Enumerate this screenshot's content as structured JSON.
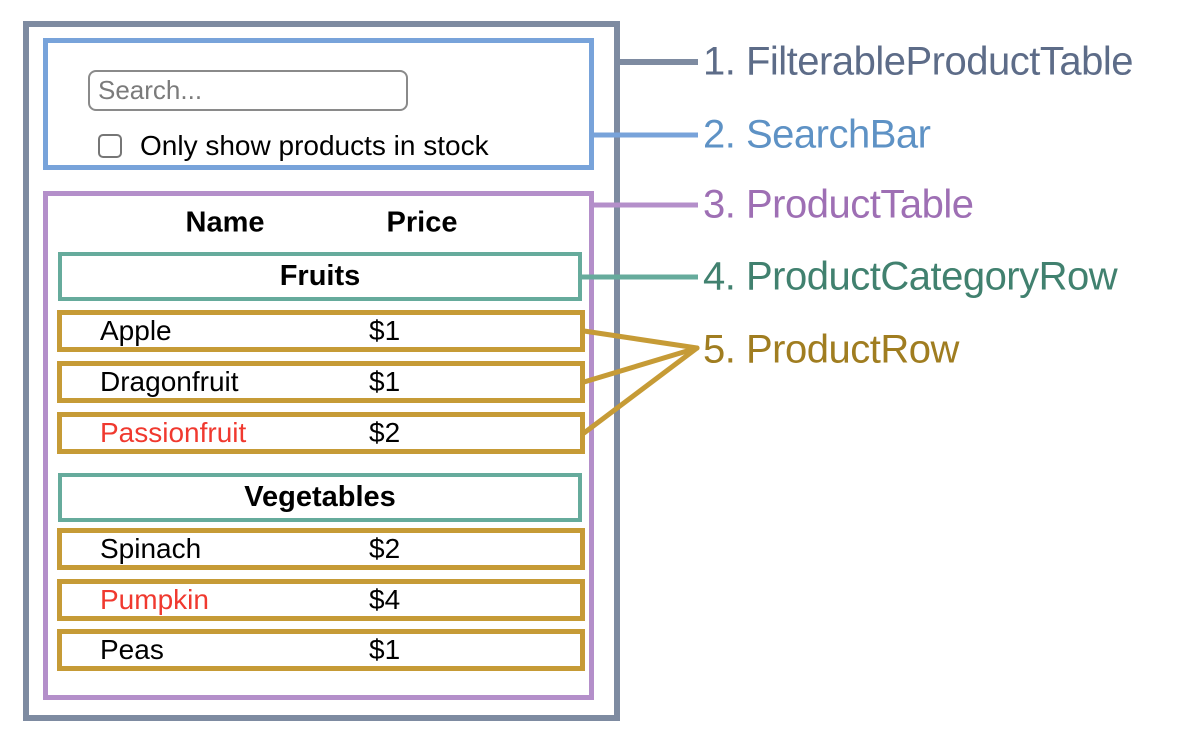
{
  "search_bar": {
    "input_placeholder": "Search...",
    "checkbox_label": "Only show products in stock",
    "checkbox_checked": false
  },
  "table": {
    "columns": [
      "Name",
      "Price"
    ],
    "sections": [
      {
        "category": "Fruits",
        "rows": [
          {
            "name": "Apple",
            "price": "$1",
            "name_color": "#000000"
          },
          {
            "name": "Dragonfruit",
            "price": "$1",
            "name_color": "#000000"
          },
          {
            "name": "Passionfruit",
            "price": "$2",
            "name_color": "#f0392f"
          }
        ]
      },
      {
        "category": "Vegetables",
        "rows": [
          {
            "name": "Spinach",
            "price": "$2",
            "name_color": "#000000"
          },
          {
            "name": "Pumpkin",
            "price": "$4",
            "name_color": "#f0392f"
          },
          {
            "name": "Peas",
            "price": "$1",
            "name_color": "#000000"
          }
        ]
      }
    ]
  },
  "legend": [
    {
      "text": "1. FilterableProductTable",
      "color": "#5d6c88"
    },
    {
      "text": "2. SearchBar",
      "color": "#5e92c5"
    },
    {
      "text": "3. ProductTable",
      "color": "#9e6fb4"
    },
    {
      "text": "4. ProductCategoryRow",
      "color": "#41816f"
    },
    {
      "text": "5. ProductRow",
      "color": "#a07d20"
    }
  ],
  "palette": {
    "outer_border": "#7e8ba1",
    "searchbar_border": "#78a3da",
    "producttable_border": "#b48fca",
    "category_border": "#66ab9c",
    "row_border": "#c69b36",
    "highlight_red": "#f0392f"
  }
}
